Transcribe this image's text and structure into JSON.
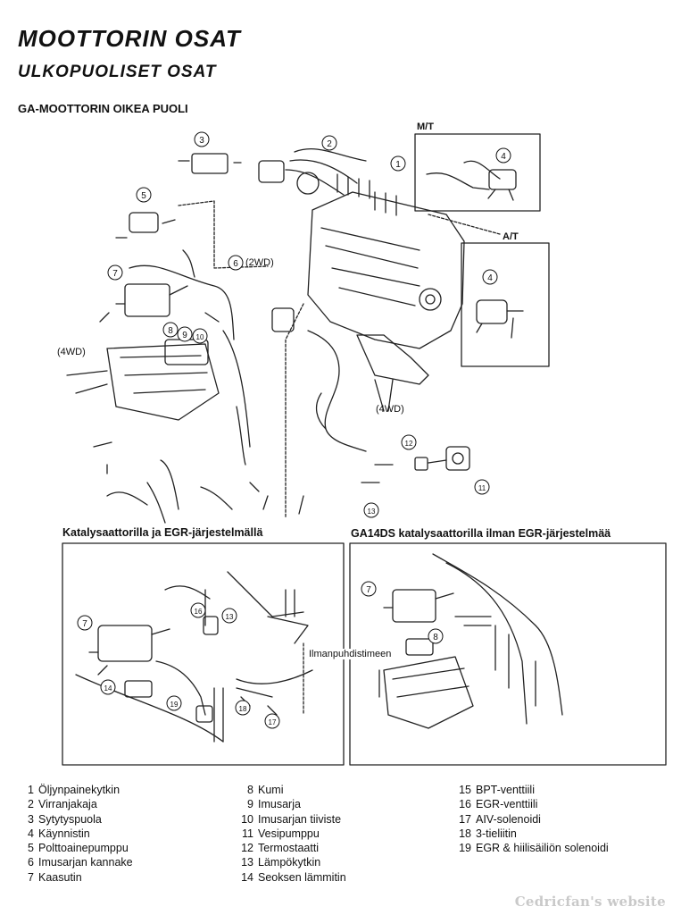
{
  "header": {
    "title": "MOOTTORIN OSAT",
    "subtitle": "ULKOPUOLISET OSAT",
    "section": "GA-MOOTTORIN OIKEA PUOLI"
  },
  "diagram_labels": {
    "mt": "M/T",
    "at": "A/T",
    "twowd": "(2WD)",
    "fourwd_left": "(4WD)",
    "fourwd_center": "(4WD)",
    "ilmanpuhdistimeen": "Ilmanpuhdistimeen"
  },
  "captions": {
    "left": "Katalysaattorilla ja EGR-järjestelmällä",
    "right": "GA14DS katalysaattorilla ilman EGR-järjestelmää"
  },
  "legend": {
    "col1": [
      {
        "n": "1",
        "t": "Öljynpainekytkin"
      },
      {
        "n": "2",
        "t": "Virranjakaja"
      },
      {
        "n": "3",
        "t": "Sytytyspuola"
      },
      {
        "n": "4",
        "t": "Käynnistin"
      },
      {
        "n": "5",
        "t": "Polttoainepumppu"
      },
      {
        "n": "6",
        "t": "Imusarjan kannake"
      },
      {
        "n": "7",
        "t": "Kaasutin"
      }
    ],
    "col2": [
      {
        "n": "8",
        "t": "Kumi"
      },
      {
        "n": "9",
        "t": "Imusarja"
      },
      {
        "n": "10",
        "t": "Imusarjan tiiviste"
      },
      {
        "n": "11",
        "t": "Vesipumppu"
      },
      {
        "n": "12",
        "t": "Termostaatti"
      },
      {
        "n": "13",
        "t": "Lämpökytkin"
      },
      {
        "n": "14",
        "t": "Seoksen lämmitin"
      }
    ],
    "col3": [
      {
        "n": "15",
        "t": "BPT-venttiili"
      },
      {
        "n": "16",
        "t": "EGR-venttiili"
      },
      {
        "n": "17",
        "t": "AIV-solenoidi"
      },
      {
        "n": "18",
        "t": "3-tieliitin"
      },
      {
        "n": "19",
        "t": "EGR & hiilisäiliön solenoidi"
      }
    ]
  },
  "callouts_main": [
    "1",
    "2",
    "3",
    "4",
    "4",
    "5",
    "6",
    "7",
    "8",
    "9",
    "10",
    "11",
    "12",
    "13"
  ],
  "callouts_left": [
    "7",
    "13",
    "14",
    "16",
    "17",
    "18",
    "19"
  ],
  "callouts_right": [
    "7",
    "8"
  ],
  "watermark": "Cedricfan's website"
}
